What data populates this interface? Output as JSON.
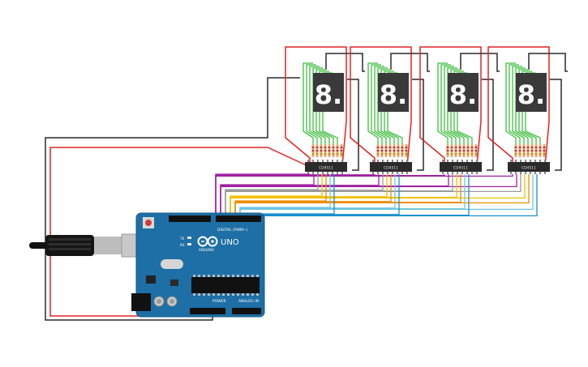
{
  "board": {
    "brand": "ARDUINO",
    "model": "UNO",
    "header_digital": "DIGITAL (PWM~)",
    "header_power": "POWER",
    "header_analog": "ANALOG IN",
    "led_labels": [
      "TX",
      "RX"
    ]
  },
  "display_units": [
    {
      "chip_label": "CD4511",
      "digit": "8."
    },
    {
      "chip_label": "CD4511",
      "digit": "8."
    },
    {
      "chip_label": "CD4511",
      "digit": "8."
    },
    {
      "chip_label": "CD4511",
      "digit": "8."
    }
  ],
  "colors": {
    "wire_red": "#e02424",
    "wire_black": "#2a2a2a",
    "wire_green": "#3fbf3f",
    "wire_purple": "#a020a0",
    "wire_yellow": "#f0c000",
    "wire_orange": "#f08c00",
    "wire_lightblue": "#6fc7e0",
    "wire_blue": "#1a8fd0",
    "wire_grey": "#9a9a9a",
    "board": "#1d6fa5",
    "chip": "#2b2b2b",
    "display_body": "#3a3a3a",
    "segment": "#ffffff"
  }
}
